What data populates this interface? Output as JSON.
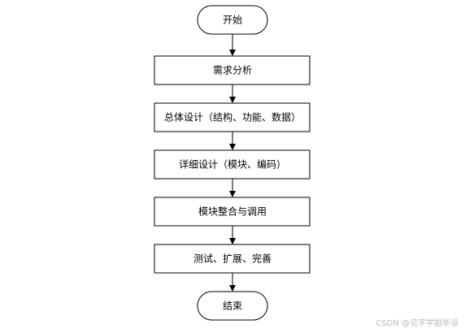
{
  "diagram": {
    "start_label": "开始",
    "end_label": "结束",
    "steps": [
      "需求分析",
      "总体设计（结构、功能、数据）",
      "详细设计（模块、编码）",
      "模块整合与调用",
      "测试、扩展、完善"
    ]
  },
  "watermark": "CSDN @见字学姐毕设"
}
